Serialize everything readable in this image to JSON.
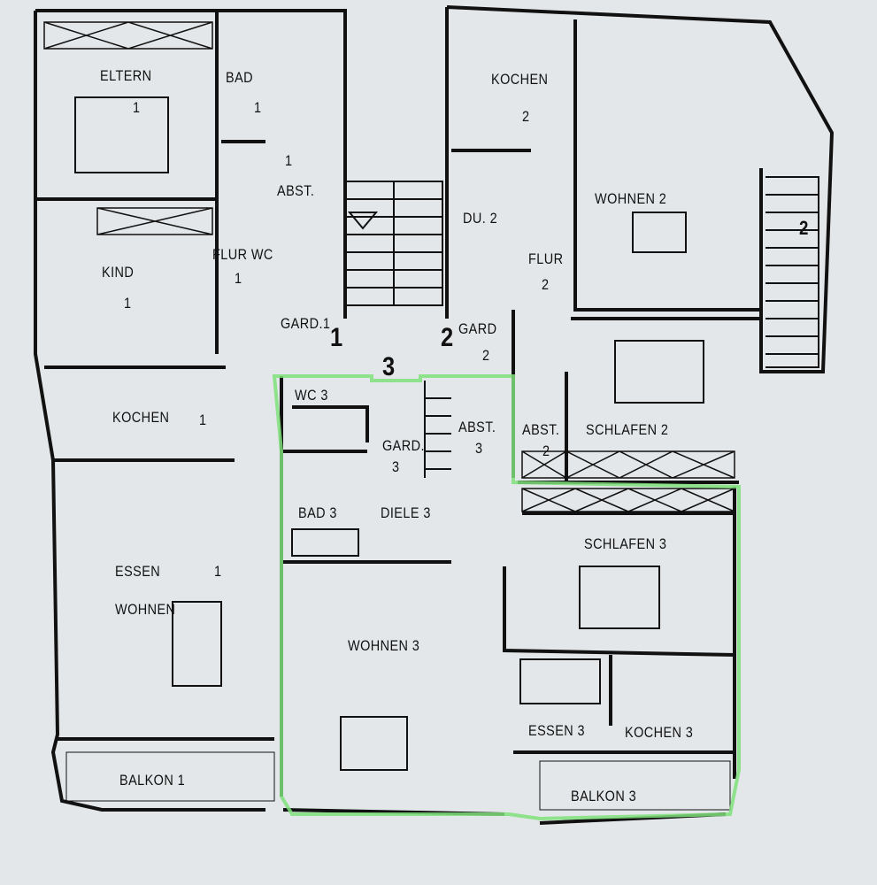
{
  "plan": {
    "unit_numbers": [
      "1",
      "2",
      "3"
    ],
    "rooms": [
      {
        "id": "eltern-1",
        "label": "ELTERN"
      },
      {
        "id": "eltern-1-num",
        "label": "1"
      },
      {
        "id": "bad-1",
        "label": "BAD"
      },
      {
        "id": "bad-1-num",
        "label": "1"
      },
      {
        "id": "abst-1-num",
        "label": "1"
      },
      {
        "id": "abst-1",
        "label": "ABST."
      },
      {
        "id": "kind-1",
        "label": "KIND"
      },
      {
        "id": "kind-1-num",
        "label": "1"
      },
      {
        "id": "flur-wc",
        "label": "FLUR WC"
      },
      {
        "id": "flur-1-num",
        "label": "1"
      },
      {
        "id": "gard-1",
        "label": "GARD.1"
      },
      {
        "id": "kochen-1",
        "label": "KOCHEN"
      },
      {
        "id": "kochen-1-num",
        "label": "1"
      },
      {
        "id": "essen-1",
        "label": "ESSEN"
      },
      {
        "id": "essen-1-num",
        "label": "1"
      },
      {
        "id": "wohnen-1",
        "label": "WOHNEN"
      },
      {
        "id": "balkon-1",
        "label": "BALKON  1"
      },
      {
        "id": "kochen-2",
        "label": "KOCHEN"
      },
      {
        "id": "kochen-2-num",
        "label": "2"
      },
      {
        "id": "du-2",
        "label": "DU. 2"
      },
      {
        "id": "flur-2",
        "label": "FLUR"
      },
      {
        "id": "flur-2-num",
        "label": "2"
      },
      {
        "id": "wohnen-2",
        "label": "WOHNEN  2"
      },
      {
        "id": "stair-2",
        "label": "2"
      },
      {
        "id": "gard-2",
        "label": "GARD"
      },
      {
        "id": "gard-2-num",
        "label": "2"
      },
      {
        "id": "abst-2",
        "label": "ABST."
      },
      {
        "id": "abst-2-num",
        "label": "2"
      },
      {
        "id": "schlafen-2",
        "label": "SCHLAFEN   2"
      },
      {
        "id": "wc-3",
        "label": "WC 3"
      },
      {
        "id": "abst-3",
        "label": "ABST."
      },
      {
        "id": "abst-3-num",
        "label": "3"
      },
      {
        "id": "gard-3",
        "label": "GARD."
      },
      {
        "id": "gard-3-num",
        "label": "3"
      },
      {
        "id": "bad-3",
        "label": "BAD  3"
      },
      {
        "id": "diele-3",
        "label": "DIELE  3"
      },
      {
        "id": "schlafen-3",
        "label": "SCHLAFEN     3"
      },
      {
        "id": "wohnen-3",
        "label": "WOHNEN   3"
      },
      {
        "id": "essen-3",
        "label": "ESSEN  3"
      },
      {
        "id": "kochen-3",
        "label": "KOCHEN 3"
      },
      {
        "id": "balkon-3",
        "label": "BALKON  3"
      }
    ]
  },
  "colors": {
    "wall": "#111111",
    "highlight": "#7fe07a",
    "paper": "#e4e7e9"
  }
}
